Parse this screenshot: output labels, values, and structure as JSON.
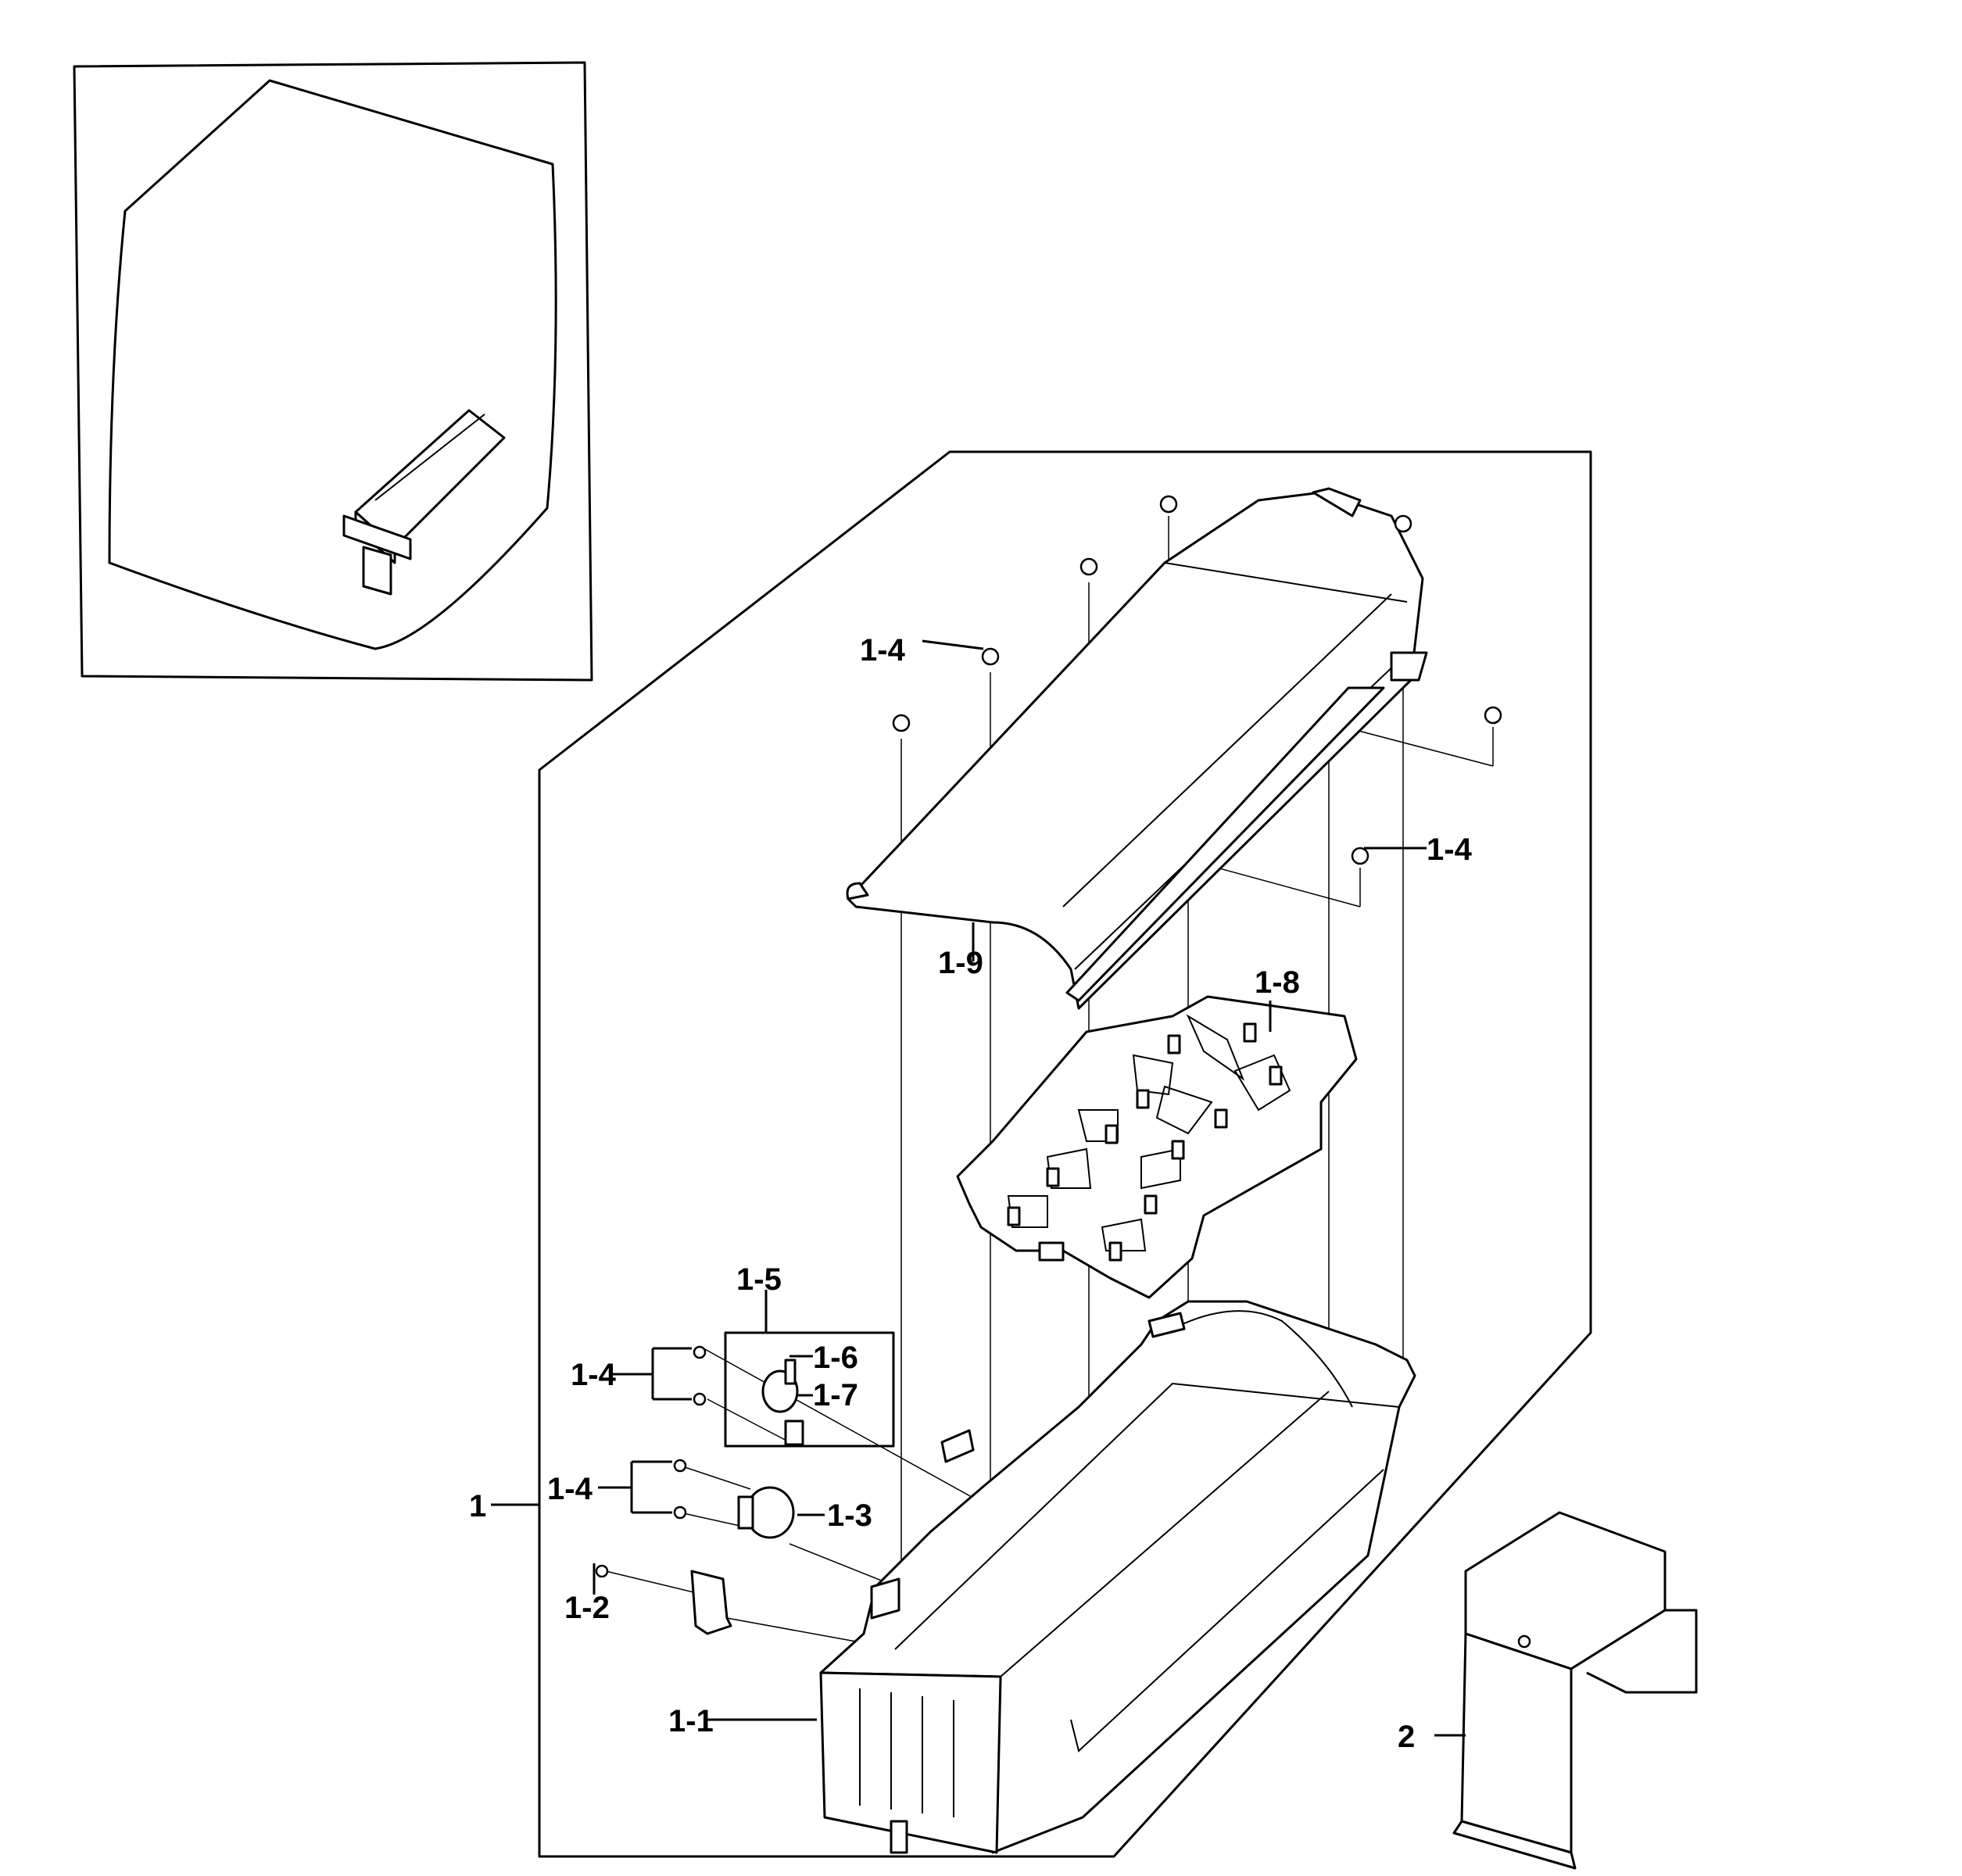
{
  "callouts": {
    "c1": "1",
    "c1_1": "1-1",
    "c1_2": "1-2",
    "c1_3": "1-3",
    "c1_4_top": "1-4",
    "c1_4_right": "1-4",
    "c1_4_mid": "1-4",
    "c1_4_low": "1-4",
    "c1_5": "1-5",
    "c1_6": "1-6",
    "c1_7": "1-7",
    "c1_8": "1-8",
    "c1_9": "1-9",
    "c2": "2"
  },
  "colors": {
    "line": "#000000",
    "background": "#ffffff"
  }
}
